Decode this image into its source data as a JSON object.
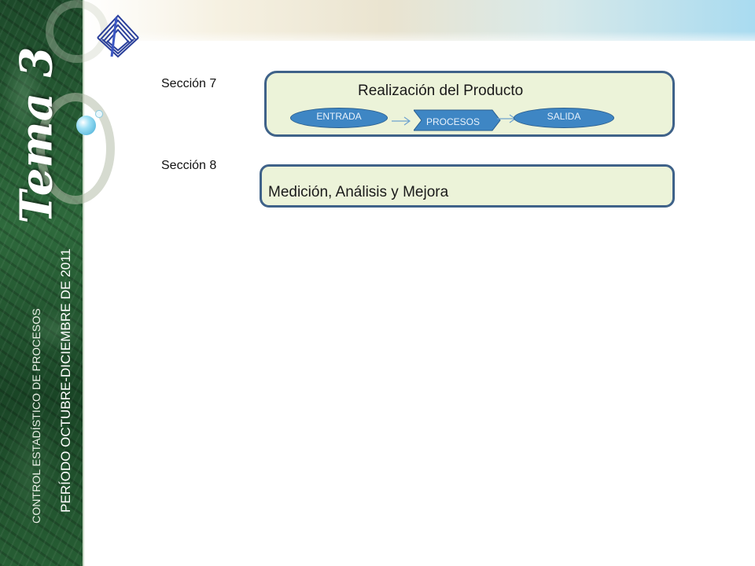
{
  "sidebar": {
    "tema": "Tema 3",
    "course": "CONTROL ESTADÍSTICO DE PROCESOS",
    "period": "PERÍODO OCTUBRE-DICIEMBRE DE 2011"
  },
  "sections": [
    {
      "label": "Sección 7",
      "title": "Realización del Producto",
      "flow": {
        "input": "ENTRADA",
        "process": "PROCESOS",
        "output": "SALIDA"
      }
    },
    {
      "label": "Sección 8",
      "title": "Medición, Análisis y Mejora"
    }
  ],
  "colors": {
    "sidebar_green": "#2e6a3c",
    "box_fill": "#ecf3d9",
    "box_border": "#3f6289",
    "pill_blue": "#3e86c4"
  },
  "icons": {
    "logo": "institution-logo"
  }
}
